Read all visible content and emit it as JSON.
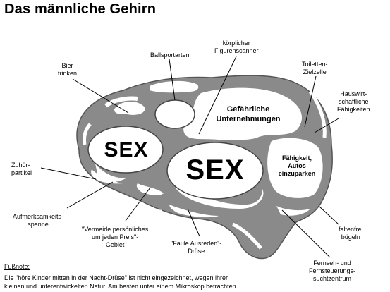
{
  "title": "Das männliche Gehirn",
  "regions": {
    "sex_small": "SEX",
    "sex_big": "SEX",
    "gefaehrlich_1": "Gefährliche",
    "gefaehrlich_2": "Unternehmungen",
    "parken_1": "Fähigkeit,",
    "parken_2": "Autos",
    "parken_3": "einzuparken"
  },
  "labels": {
    "bier": [
      "Bier",
      "trinken"
    ],
    "ballsport": "Ballsportarten",
    "figurenscanner": [
      "körplicher",
      "Figurenscanner"
    ],
    "toiletten": [
      "Toiletten-",
      "Zielzelle"
    ],
    "hauswirt": [
      "Hauswirt-",
      "schaftliche",
      "Fähigkeiten"
    ],
    "zuhoer": [
      "Zuhör-",
      "partikel"
    ],
    "aufmerksam": [
      "Aufmerksamkeits-",
      "spanne"
    ],
    "vermeide": [
      "\"Vermeide persönliches",
      "um jeden Preis\"-",
      "Gebiet"
    ],
    "faule": [
      "\"Faule Ausreden\"-",
      "Drüse"
    ],
    "faltenfrei": [
      "faltenfrei",
      "bügeln"
    ],
    "fernseh": [
      "Fernseh- und",
      "Fernsteuerungs-",
      "suchtzentrum"
    ]
  },
  "footnote": {
    "heading": "Fußnote:",
    "line1": "Die \"höre Kinder mitten in der Nacht-Drüse\" ist nicht eingezeichnet, wegen ihrer",
    "line2": "kleinen und unterentwickelten Natur. Am besten unter einem Mikroskop betrachten."
  },
  "colors": {
    "brain_fill": "#8a8a8a",
    "region_fill": "#ffffff",
    "outline": "#000000"
  }
}
